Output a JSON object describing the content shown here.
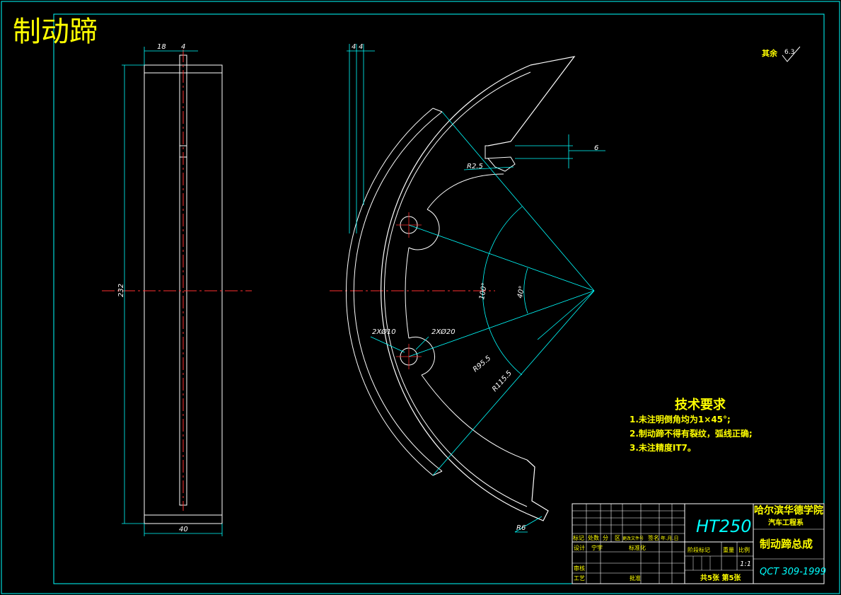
{
  "drawing": {
    "title": "制动蹄",
    "surface_note_label": "其余",
    "surface_note_value": "6.3"
  },
  "side_view": {
    "dims": {
      "width_top": "18",
      "web_thk": "4",
      "height": "232",
      "width_bottom": "40"
    }
  },
  "front_view": {
    "dims": {
      "top_left": "4",
      "top_right": "4",
      "slot_width": "6",
      "notch_radius": "R2.5",
      "angle_large": "100°",
      "angle_small": "40°",
      "hole_small": "2XØ10",
      "hole_large": "2XØ20",
      "inner_radius": "R95.5",
      "outer_radius": "R115.5",
      "end_radius": "R6"
    }
  },
  "requirements": {
    "title": "技术要求",
    "items": [
      "1.未注明倒角均为1×45°;",
      "2.制动蹄不得有裂纹，弧线正确;",
      "3.未注精度IT7。"
    ]
  },
  "title_block": {
    "material": "HT250",
    "school": "哈尔滨华德学院",
    "department": "汽车工程系",
    "part_name": "制动蹄总成",
    "standard": "QCT 309-1999",
    "scale": "1:1",
    "row_labels": [
      "标记",
      "处数",
      "分",
      "区",
      "更改文件号",
      "签名",
      "年.月.日"
    ],
    "design_label": "设计",
    "designer": "宁宇",
    "standardize_label": "标准化",
    "check_label": "审核",
    "process_label": "工艺",
    "approve_label": "批准",
    "stage_label": "阶段标记",
    "weight_label": "重量",
    "ratio_label": "比例",
    "sheets_label": "共5张 第5张"
  }
}
